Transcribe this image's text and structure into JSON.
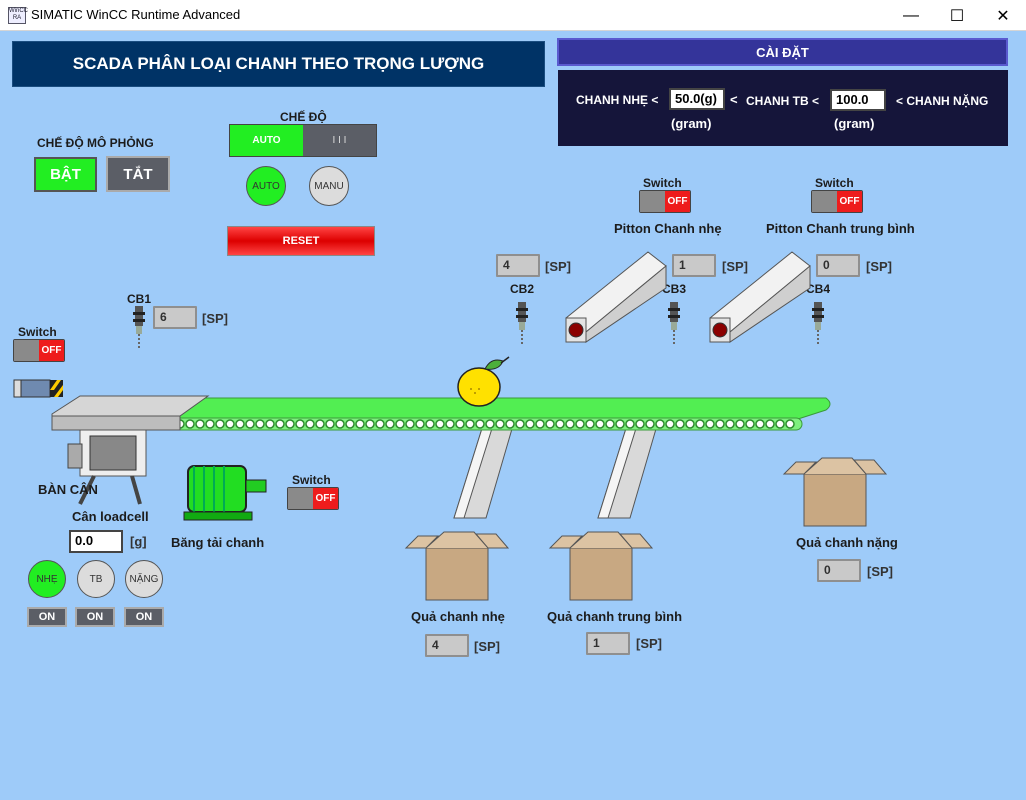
{
  "window": {
    "icon_text": "WinCC RA",
    "title": "SIMATIC WinCC Runtime Advanced",
    "minimize": "—",
    "maximize": "☐",
    "close": "✕"
  },
  "header": {
    "title": "SCADA PHÂN LOẠI CHANH THEO TRỌNG LƯỢNG"
  },
  "settings": {
    "title": "CÀI ĐẶT",
    "light_label": "CHANH NHẸ <",
    "light_value": "50.0(g)",
    "light_unit": "(gram)",
    "lt": "<",
    "mid_label": "CHANH TB <",
    "mid_value": "100.0",
    "mid_unit": "(gram)",
    "heavy_label": "< CHANH NẶNG"
  },
  "sim": {
    "label": "CHẾ ĐỘ MÔ PHỎNG",
    "on": "BẬT",
    "off": "TẮT"
  },
  "mode": {
    "label": "CHẾ ĐỘ",
    "toggle_on": "AUTO",
    "toggle_off": "I I I",
    "auto": "AUTO",
    "manu": "MANU",
    "reset": "RESET"
  },
  "switches": {
    "label": "Switch",
    "state": "OFF"
  },
  "pistons": {
    "light_label": "Pitton Chanh nhẹ",
    "mid_label": "Pitton Chanh trung bình"
  },
  "sensors": {
    "cb1": "CB1",
    "cb1_count": "6",
    "cb2": "CB2",
    "cb2_count": "4",
    "cb3": "CB3",
    "cb3_count": "1",
    "cb4": "CB4",
    "cb4_count": "0",
    "unit": "[SP]"
  },
  "scale": {
    "label": "BÀN CÂN",
    "loadcell": "Cân loadcell",
    "value": "0.0",
    "unit": "[g]",
    "light": "NHẸ",
    "mid": "TB",
    "heavy": "NẶNG",
    "on": "ON"
  },
  "conveyor": {
    "motor_label": "Băng tải chanh"
  },
  "bins": {
    "light_label": "Quả chanh nhẹ",
    "light_count": "4",
    "mid_label": "Quả chanh trung bình",
    "mid_count": "1",
    "heavy_label": "Quả chanh nặng",
    "heavy_count": "0",
    "unit": "[SP]"
  },
  "colors": {
    "active_green": "#22ee22",
    "header_bg": "#003366",
    "settings_bg": "#15153a",
    "settings_title_bg": "#34349a",
    "reset_red": "#ee1111",
    "conveyor_green": "#52ee52"
  },
  "icons": [
    "app-icon",
    "sensor-icon",
    "lemon-icon",
    "box-icon",
    "motor-icon",
    "loadcell-icon",
    "piston-icon",
    "limit-switch-icon"
  ]
}
